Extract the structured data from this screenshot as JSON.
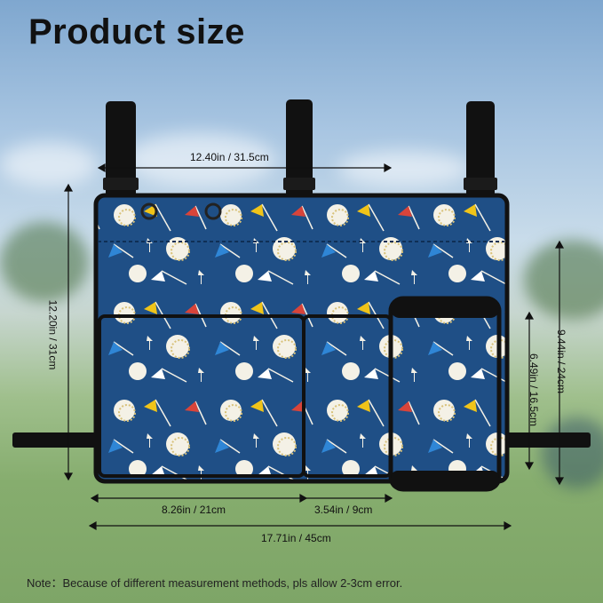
{
  "title": "Product size",
  "dimensions": {
    "top_width": "12.40in / 31.5cm",
    "left_height": "12.20in / 31cm",
    "right_outer_height": "9.44in / 24cm",
    "right_inner_height": "6.49in / 16.5cm",
    "pocket_width": "8.26in / 21cm",
    "cup_width": "3.54in / 9cm",
    "total_width": "17.71in / 45cm"
  },
  "note": "Note：Because of different measurement methods, pls allow 2-3cm error.",
  "colors": {
    "fabric": "#1f4f86",
    "strap": "#111111",
    "flag_red": "#d8443a",
    "flag_yellow": "#f0c419",
    "flag_blue": "#2f86d6",
    "ball": "#f4f1e6"
  }
}
